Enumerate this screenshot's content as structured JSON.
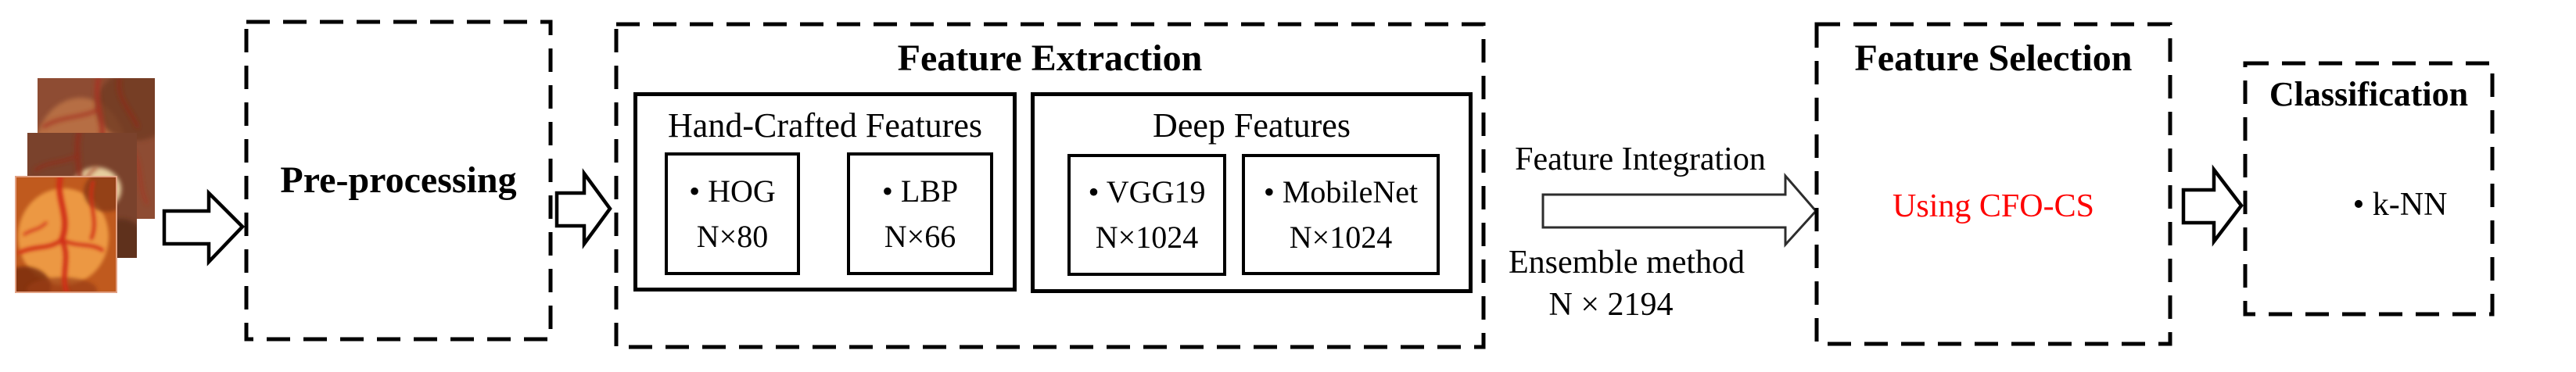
{
  "colors": {
    "accent_red": "#fe0000",
    "ink": "#000000"
  },
  "input_stack": {
    "description": "retinal fundus image stack"
  },
  "preprocessing": {
    "title": "Pre-processing"
  },
  "feature_extraction": {
    "title": "Feature Extraction",
    "hand_crafted": {
      "title": "Hand-Crafted Features",
      "items": [
        {
          "label": "• HOG",
          "dim": "N×80"
        },
        {
          "label": "• LBP",
          "dim": "N×66"
        }
      ]
    },
    "deep": {
      "title": "Deep Features",
      "items": [
        {
          "label": "• VGG19",
          "dim": "N×1024"
        },
        {
          "label": "• MobileNet",
          "dim": "N×1024"
        }
      ]
    }
  },
  "integration": {
    "label": "Feature Integration",
    "method": "Ensemble method",
    "dimension": "N × 2194"
  },
  "feature_selection": {
    "title": "Feature Selection",
    "method": "Using CFO-CS"
  },
  "classification": {
    "title": "Classification",
    "item": "• k-NN"
  }
}
